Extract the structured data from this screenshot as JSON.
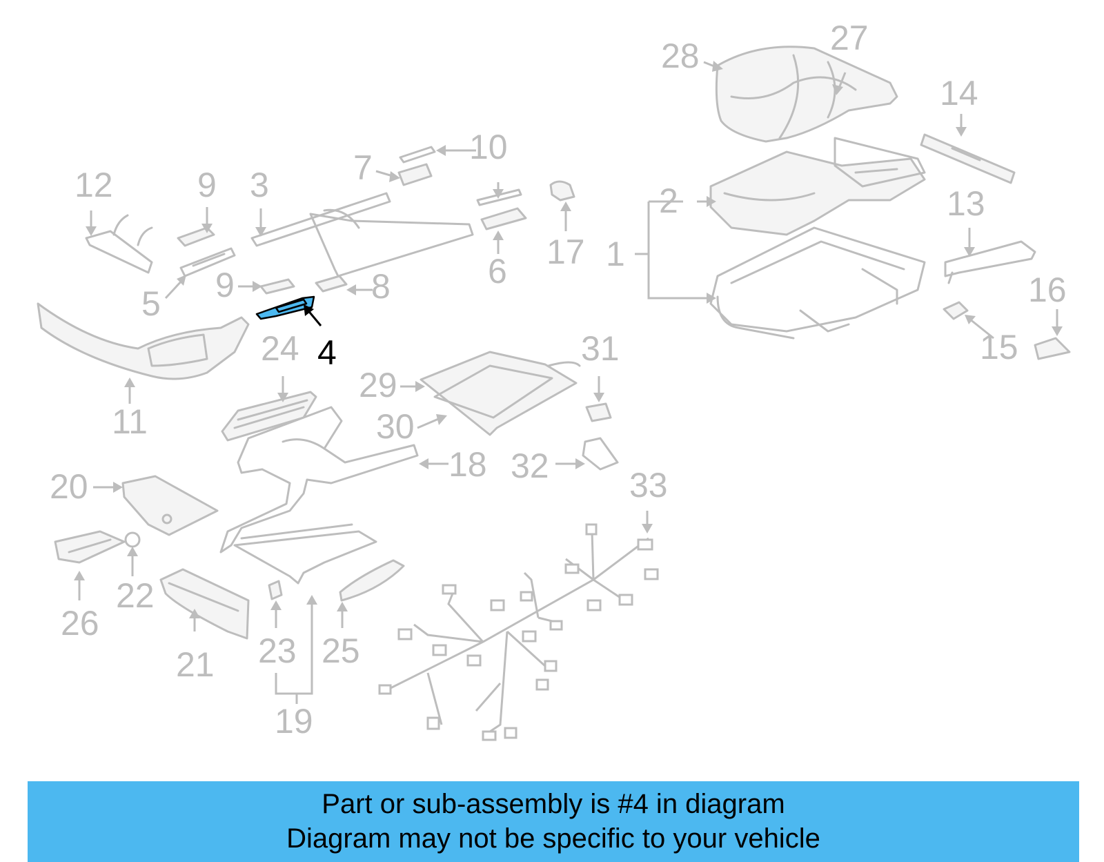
{
  "diagram": {
    "highlight_color": "#4cb8f0",
    "part_color": "#bdbdbd",
    "active_callout": "4",
    "callouts": [
      "1",
      "2",
      "3",
      "4",
      "5",
      "6",
      "7",
      "8",
      "9",
      "9",
      "10",
      "11",
      "12",
      "13",
      "14",
      "15",
      "16",
      "17",
      "18",
      "19",
      "20",
      "21",
      "22",
      "23",
      "24",
      "25",
      "26",
      "27",
      "28",
      "29",
      "30",
      "31",
      "32",
      "33"
    ]
  },
  "caption": {
    "line1": "Part or sub-assembly is #4 in diagram",
    "line2": "Diagram may not be specific to your vehicle"
  }
}
